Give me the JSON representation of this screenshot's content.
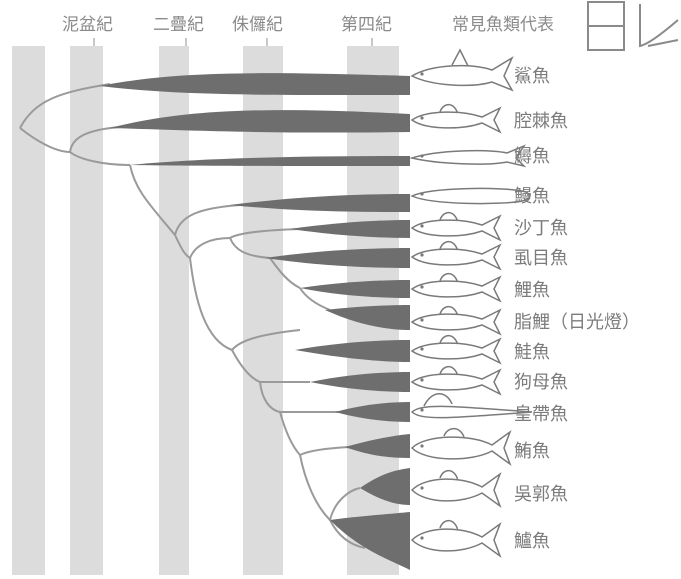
{
  "header": {
    "eras": [
      {
        "label": "泥盆紀"
      },
      {
        "label": "二疊紀"
      },
      {
        "label": "侏儸紀"
      },
      {
        "label": "第四紀"
      }
    ],
    "representative_label": "常見魚類代表"
  },
  "species": [
    {
      "label": "鯊魚",
      "icon": "shark-icon"
    },
    {
      "label": "腔棘魚",
      "icon": "coelacanth-icon"
    },
    {
      "label": "鱘魚",
      "icon": "sturgeon-icon"
    },
    {
      "label": "鰻魚",
      "icon": "eel-icon"
    },
    {
      "label": "沙丁魚",
      "icon": "sardine-icon"
    },
    {
      "label": "虱目魚",
      "icon": "milkfish-icon"
    },
    {
      "label": "鯉魚",
      "icon": "carp-icon"
    },
    {
      "label": "脂鯉（日光燈）",
      "icon": "neon-tetra-icon"
    },
    {
      "label": "鮭魚",
      "icon": "salmon-icon"
    },
    {
      "label": "狗母魚",
      "icon": "lizardfish-icon"
    },
    {
      "label": "皇帶魚",
      "icon": "oarfish-icon"
    },
    {
      "label": "鮪魚",
      "icon": "tuna-icon"
    },
    {
      "label": "吳郭魚",
      "icon": "tilapia-icon"
    },
    {
      "label": "鱸魚",
      "icon": "perch-icon"
    }
  ],
  "colors": {
    "stripe": "#dcdcdc",
    "branch": "#9a9a9a",
    "fill": "#6e6e6e",
    "fish_outline": "#7a7a7a",
    "text": "#7c7c7c"
  }
}
